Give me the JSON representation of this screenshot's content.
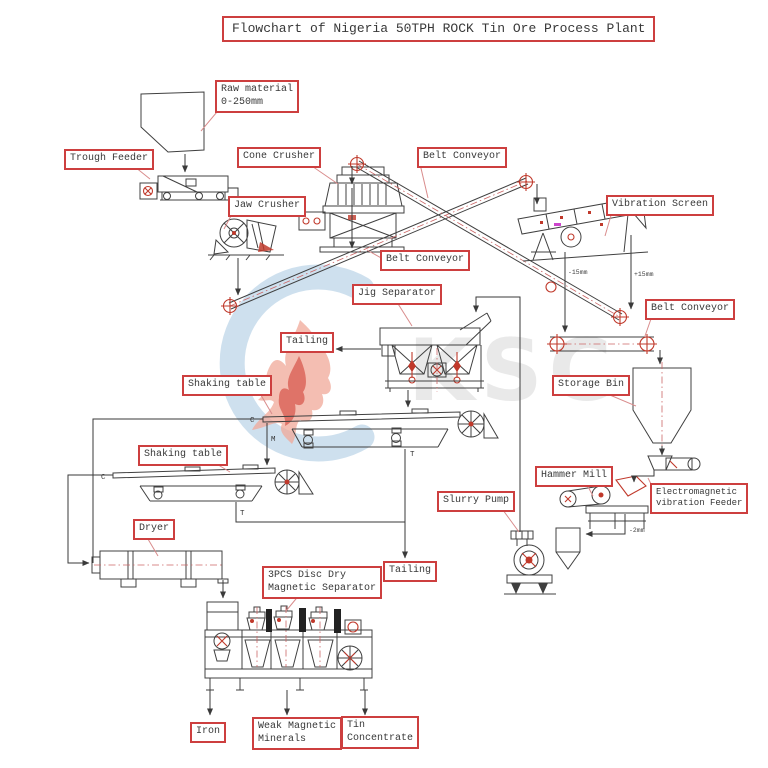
{
  "title": "Flowchart of Nigeria 50TPH ROCK Tin Ore Process Plant",
  "labels": {
    "raw_material": "Raw material\n0-250mm",
    "trough_feeder": "Trough Feeder",
    "cone_crusher": "Cone Crusher",
    "jaw_crusher": "Jaw Crusher",
    "belt_conveyor_top": "Belt Conveyor",
    "belt_conveyor_mid": "Belt Conveyor",
    "belt_conveyor_right": "Belt Conveyor",
    "vibration_screen": "Vibration Screen",
    "jig_separator": "Jig Separator",
    "tailing_jig": "Tailing",
    "tailing_mid": "Tailing",
    "shaking_table_1": "Shaking table",
    "shaking_table_2": "Shaking table",
    "storage_bin": "Storage Bin",
    "hammer_mill": "Hammer Mill",
    "em_feeder": "Electromagnetic\nvibration Feeder",
    "slurry_pump": "Slurry Pump",
    "dryer": "Dryer",
    "magnetic_separator": "3PCS Disc Dry\nMagnetic Separator",
    "iron": "Iron",
    "weak_magnetic": "Weak Magnetic\nMinerals",
    "tin_concentrate": "Tin\nConcentrate"
  },
  "annotations": {
    "screen_undersize": "-15mm",
    "screen_oversize": "+15mm",
    "mill_output": "-2mm",
    "table1_concentrate": "C",
    "table1_middling": "M",
    "table1_tailing": "T",
    "table2_concentrate": "C",
    "table2_tailing": "T"
  },
  "watermark": {
    "text": "KSC"
  },
  "colors": {
    "label_border": "#cd3f3f",
    "line_art": "#404040",
    "accent_red": "#c0392b",
    "centerline_red": "#cc6666",
    "leader_red": "#d98c8c",
    "watermark_blue": "#a6c6e0",
    "watermark_flame": "#e8857a",
    "watermark_gray": "#777777"
  }
}
